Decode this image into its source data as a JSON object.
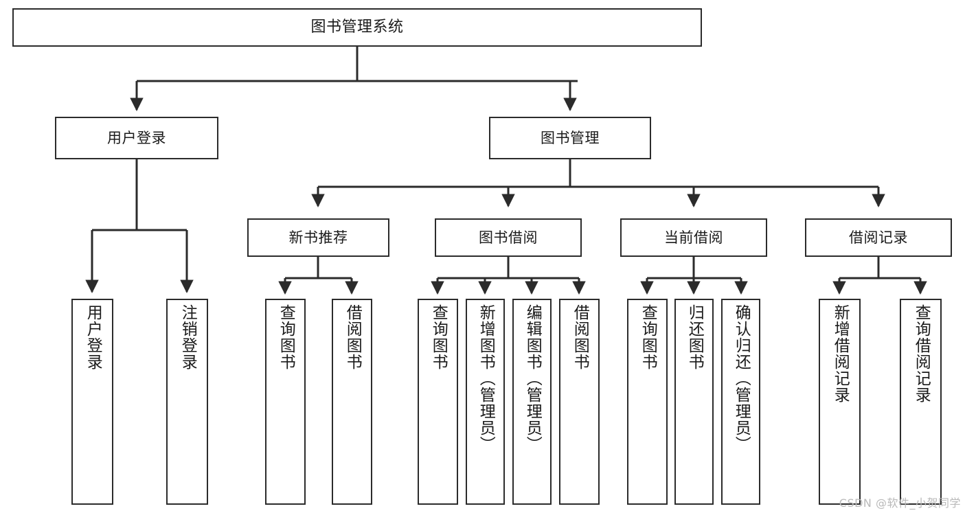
{
  "diagram": {
    "title": "图书管理系统",
    "type": "functional-structure-tree",
    "stroke_color": "#2b2b2b",
    "fill_color": "#ffffff",
    "text_color": "#1a1a1a"
  },
  "watermark": {
    "text": "CSDN @软件_小贺同学",
    "color": "#b9b9b9"
  },
  "nodes": {
    "root": {
      "label": "图书管理系统"
    },
    "level1": [
      {
        "label": "用户登录"
      },
      {
        "label": "图书管理"
      }
    ],
    "level2": [
      {
        "label": "新书推荐"
      },
      {
        "label": "图书借阅"
      },
      {
        "label": "当前借阅"
      },
      {
        "label": "借阅记录"
      }
    ],
    "leaves": {
      "user_login": [
        {
          "label": "用户登录"
        },
        {
          "label": "注销登录"
        }
      ],
      "new_book_recommend": [
        {
          "label": "查询图书"
        },
        {
          "label": "借阅图书"
        }
      ],
      "book_borrow": [
        {
          "label": "查询图书"
        },
        {
          "label": "新增图书（管理员）"
        },
        {
          "label": "编辑图书（管理员）"
        },
        {
          "label": "借阅图书"
        }
      ],
      "current_borrow": [
        {
          "label": "查询图书"
        },
        {
          "label": "归还图书"
        },
        {
          "label": "确认归还（管理员）"
        }
      ],
      "borrow_record": [
        {
          "label": "新增借阅记录"
        },
        {
          "label": "查询借阅记录"
        }
      ]
    }
  }
}
